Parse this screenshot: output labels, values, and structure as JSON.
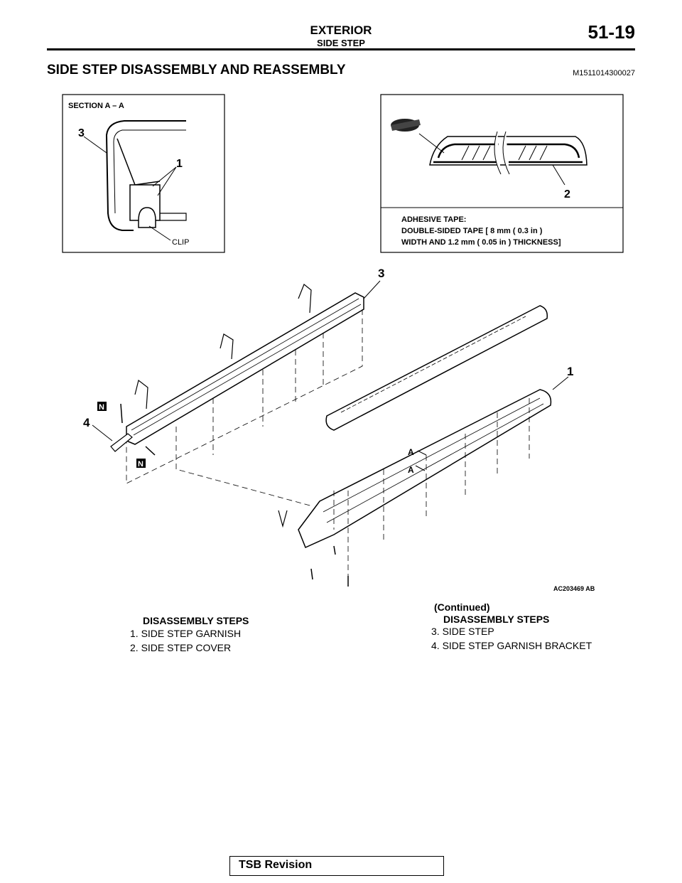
{
  "header": {
    "section": "EXTERIOR",
    "subsection": "SIDE STEP",
    "page_number": "51-19"
  },
  "title": "SIDE STEP DISASSEMBLY AND REASSEMBLY",
  "doc_code": "M1511014300027",
  "figure": {
    "section_label": "SECTION A – A",
    "clip_label": "CLIP",
    "tape_lines": [
      "ADHESIVE TAPE:",
      "DOUBLE-SIDED TAPE [  8 mm ( 0.3 in )",
      "WIDTH AND 1.2 mm ( 0.05 in ) THICKNESS]"
    ],
    "callouts": {
      "one": "1",
      "two": "2",
      "three": "3",
      "four": "4",
      "a": "A",
      "n": "N"
    },
    "figure_code": "AC203469 AB"
  },
  "steps_left": {
    "heading": "DISASSEMBLY STEPS",
    "items": [
      "1.   SIDE STEP GARNISH",
      "2.   SIDE STEP COVER"
    ]
  },
  "steps_right": {
    "continued": "(Continued)",
    "heading": "DISASSEMBLY STEPS",
    "items": [
      "3.   SIDE STEP",
      "4.   SIDE STEP GARNISH BRACKET"
    ]
  },
  "footer": {
    "label": "TSB Revision"
  }
}
